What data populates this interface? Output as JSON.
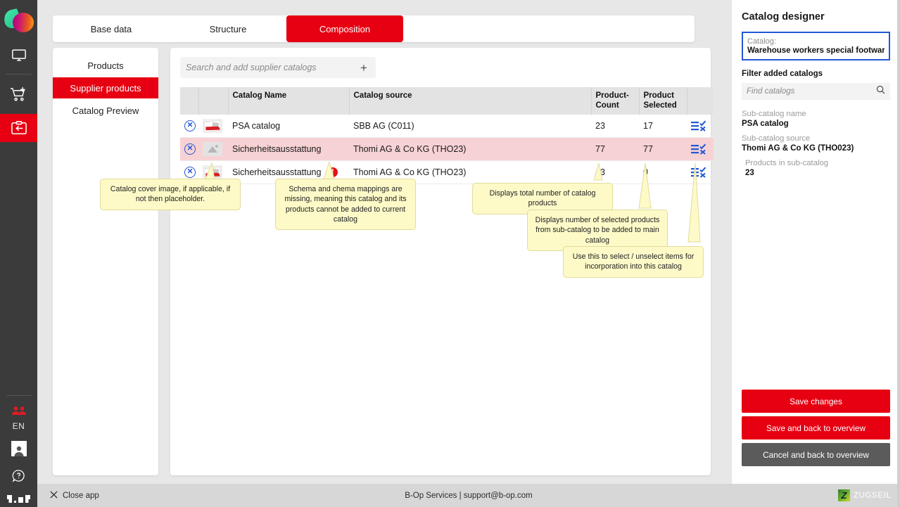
{
  "rail": {
    "logo_name": "app-logo",
    "items": [
      {
        "name": "monitor-icon",
        "label": "Dashboard",
        "active": false
      },
      {
        "name": "cart-add-icon",
        "label": "Add to cart",
        "active": false
      },
      {
        "name": "catalog-import-icon",
        "label": "Catalog",
        "active": true
      }
    ],
    "language": "EN",
    "bottom": [
      {
        "name": "users-icon",
        "label": "Users"
      },
      {
        "name": "avatar-icon",
        "label": "Profile"
      },
      {
        "name": "help-icon",
        "label": "Help"
      },
      {
        "name": "brand-mark-icon",
        "label": "Brand"
      }
    ]
  },
  "tabs": [
    {
      "label": "Base data",
      "active": false
    },
    {
      "label": "Structure",
      "active": false
    },
    {
      "label": "Composition",
      "active": true
    }
  ],
  "subnav": [
    {
      "label": "Products",
      "active": false
    },
    {
      "label": "Supplier products",
      "active": true
    },
    {
      "label": "Catalog Preview",
      "active": false
    }
  ],
  "search": {
    "placeholder": "Search and add supplier catalogs",
    "value": "",
    "add_label": "+"
  },
  "table": {
    "headers": {
      "remove": "",
      "image": "",
      "name": "Catalog Name",
      "source": "Catalog source",
      "count": "Product-Count",
      "selected": "Product Selected",
      "actions": ""
    },
    "rows": [
      {
        "name": "PSA catalog",
        "source": "SBB AG (C011)",
        "count": "23",
        "selected": "17",
        "state": "normal",
        "thumb": "catalog-cover-image",
        "warning": false
      },
      {
        "name": "Sicherheitsausstattung",
        "source": "Thomi AG & Co KG (THO23)",
        "count": "77",
        "selected": "77",
        "state": "highlight",
        "thumb": "placeholder-image",
        "warning": false
      },
      {
        "name": "Sicherheitsausstattung",
        "source": "Thomi AG & Co KG (THO23)",
        "count": "43",
        "selected": "0",
        "state": "error",
        "thumb": "catalog-cover-image",
        "warning": true,
        "warning_glyph": "!"
      }
    ]
  },
  "callouts": [
    {
      "text": "Catalog cover image, if applicable, if not then placeholder."
    },
    {
      "text": "Schema and chema mappings are missing, meaning this catalog and its products cannot be added to current catalog"
    },
    {
      "text": "Displays total number of catalog products"
    },
    {
      "text": "Displays number of selected products from sub-catalog to be added to main catalog"
    },
    {
      "text": "Use this to select / unselect items for incorporation into this catalog"
    }
  ],
  "right": {
    "title": "Catalog designer",
    "catalog_label": "Catalog:",
    "catalog_value": "Warehouse workers special footware",
    "filter_label": "Filter added catalogs",
    "find_placeholder": "Find catalogs",
    "find_value": "",
    "search_icon": "search-icon",
    "meta": [
      {
        "key": "Sub-catalog name",
        "value": "PSA catalog"
      },
      {
        "key": "Sub-catalog source",
        "value": "Thomi AG & Co KG (THO023)"
      },
      {
        "key": "Products in sub-catalog",
        "value": "23"
      }
    ],
    "buttons": [
      {
        "label": "Save changes",
        "style": "red"
      },
      {
        "label": "Save and back to overview",
        "style": "red"
      },
      {
        "label": "Cancel and back to overview",
        "style": "grey"
      }
    ]
  },
  "footer": {
    "close_label": "Close app",
    "close_icon": "close-icon",
    "center": "B-Op Services | support@b-op.com",
    "brand_z": "Z",
    "brand_text": "ZUGSEIL"
  },
  "colors": {
    "accent_red": "#e60012",
    "error_red": "#e21313",
    "rail_bg": "#3b3b3b",
    "highlight_row": "#f7d2d4",
    "callout_bg": "#fdfac8",
    "focus_blue": "#2257d6"
  }
}
